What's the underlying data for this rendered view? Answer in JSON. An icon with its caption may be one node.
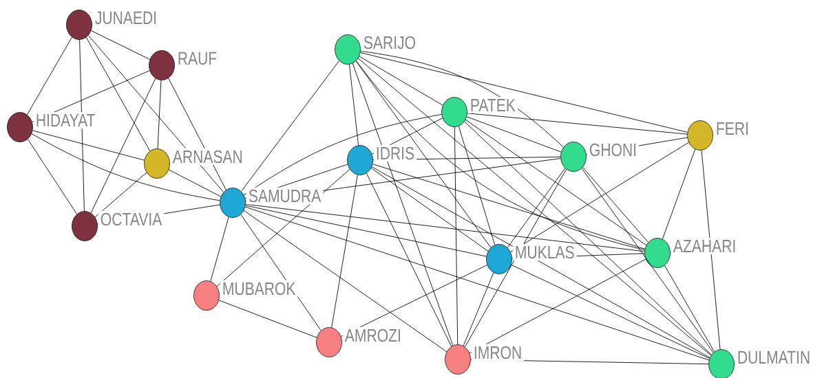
{
  "diagram": {
    "nodes": [
      {
        "text": [
          "JUNAEDI"
        ]
      },
      {
        "text": [
          "RAUF"
        ]
      },
      {
        "text": [
          "HIDAYAT"
        ]
      },
      {
        "text": [
          "ARNASAN"
        ]
      },
      {
        "text": [
          "OCTAVIA"
        ]
      },
      {
        "text": [
          "SARIJO"
        ]
      },
      {
        "text": [
          "PATEK"
        ]
      },
      {
        "text": [
          "FERI"
        ]
      },
      {
        "text": [
          "IDRIS"
        ]
      },
      {
        "text": [
          "GHONI"
        ]
      },
      {
        "text": [
          "SAMUDRA"
        ]
      },
      {
        "text": [
          "MUKLAS"
        ]
      },
      {
        "text": [
          "AZAHARI"
        ]
      },
      {
        "text": [
          "MUBAROK"
        ]
      },
      {
        "text": [
          "AMROZI"
        ]
      },
      {
        "text": [
          "IMRON"
        ]
      },
      {
        "text": [
          "DULMATIN"
        ]
      }
    ],
    "edges": [
      {
        "from": 0,
        "to": 1,
        "arrow": "none"
      },
      {
        "from": 0,
        "to": 2,
        "arrow": "none"
      },
      {
        "from": 0,
        "to": 4,
        "arrow": "none"
      },
      {
        "from": 0,
        "to": 3,
        "arrow": "none"
      },
      {
        "from": 0,
        "to": 10,
        "arrow": "none"
      },
      {
        "from": 1,
        "to": 2,
        "arrow": "none"
      },
      {
        "from": 1,
        "to": 3,
        "arrow": "none"
      },
      {
        "from": 1,
        "to": 4,
        "arrow": "none"
      },
      {
        "from": 1,
        "to": 10,
        "arrow": "none"
      },
      {
        "from": 2,
        "to": 4,
        "arrow": "none"
      },
      {
        "from": 2,
        "to": 3,
        "arrow": "none"
      },
      {
        "from": 2,
        "to": 10,
        "arrow": "none"
      },
      {
        "from": 3,
        "to": 4,
        "arrow": "none"
      },
      {
        "from": 3,
        "to": 10,
        "arrow": "none"
      },
      {
        "from": 4,
        "to": 10,
        "arrow": "none"
      },
      {
        "from": 5,
        "to": 10,
        "arrow": "none"
      },
      {
        "from": 5,
        "to": 8,
        "arrow": "none"
      },
      {
        "from": 5,
        "to": 6,
        "arrow": "none"
      },
      {
        "from": 5,
        "to": 7,
        "arrow": "none"
      },
      {
        "from": 5,
        "to": 9,
        "arrow": "none"
      },
      {
        "from": 5,
        "to": 11,
        "arrow": "none"
      },
      {
        "from": 5,
        "to": 12,
        "arrow": "none"
      },
      {
        "from": 5,
        "to": 16,
        "arrow": "none"
      },
      {
        "from": 5,
        "to": 15,
        "arrow": "none"
      },
      {
        "from": 6,
        "to": 8,
        "arrow": "none"
      },
      {
        "from": 6,
        "to": 10,
        "arrow": "none"
      },
      {
        "from": 6,
        "to": 7,
        "arrow": "none"
      },
      {
        "from": 6,
        "to": 9,
        "arrow": "none"
      },
      {
        "from": 6,
        "to": 11,
        "arrow": "none"
      },
      {
        "from": 6,
        "to": 12,
        "arrow": "none"
      },
      {
        "from": 6,
        "to": 16,
        "arrow": "none"
      },
      {
        "from": 6,
        "to": 15,
        "arrow": "none"
      },
      {
        "from": 7,
        "to": 9,
        "arrow": "none"
      },
      {
        "from": 7,
        "to": 11,
        "arrow": "none"
      },
      {
        "from": 7,
        "to": 12,
        "arrow": "none"
      },
      {
        "from": 7,
        "to": 16,
        "arrow": "none"
      },
      {
        "from": 8,
        "to": 10,
        "arrow": "none"
      },
      {
        "from": 8,
        "to": 9,
        "arrow": "none"
      },
      {
        "from": 8,
        "to": 13,
        "arrow": "none"
      },
      {
        "from": 8,
        "to": 14,
        "arrow": "none"
      },
      {
        "from": 8,
        "to": 15,
        "arrow": "none"
      },
      {
        "from": 8,
        "to": 11,
        "arrow": "none"
      },
      {
        "from": 8,
        "to": 12,
        "arrow": "none"
      },
      {
        "from": 8,
        "to": 16,
        "arrow": "none"
      },
      {
        "from": 9,
        "to": 10,
        "arrow": "none"
      },
      {
        "from": 9,
        "to": 11,
        "arrow": "none"
      },
      {
        "from": 9,
        "to": 12,
        "arrow": "none"
      },
      {
        "from": 9,
        "to": 16,
        "arrow": "none"
      },
      {
        "from": 9,
        "to": 15,
        "arrow": "none"
      },
      {
        "from": 10,
        "to": 13,
        "arrow": "none"
      },
      {
        "from": 10,
        "to": 14,
        "arrow": "none"
      },
      {
        "from": 10,
        "to": 15,
        "arrow": "none"
      },
      {
        "from": 10,
        "to": 11,
        "arrow": "none"
      },
      {
        "from": 10,
        "to": 12,
        "arrow": "none"
      },
      {
        "from": 10,
        "to": 16,
        "arrow": "none"
      },
      {
        "from": 11,
        "to": 12,
        "arrow": "none"
      },
      {
        "from": 11,
        "to": 14,
        "arrow": "none"
      },
      {
        "from": 11,
        "to": 15,
        "arrow": "none"
      },
      {
        "from": 11,
        "to": 16,
        "arrow": "none"
      },
      {
        "from": 12,
        "to": 15,
        "arrow": "none"
      },
      {
        "from": 12,
        "to": 16,
        "arrow": "none"
      },
      {
        "from": 13,
        "to": 14,
        "arrow": "none"
      },
      {
        "from": 15,
        "to": 16,
        "arrow": "none"
      }
    ]
  }
}
